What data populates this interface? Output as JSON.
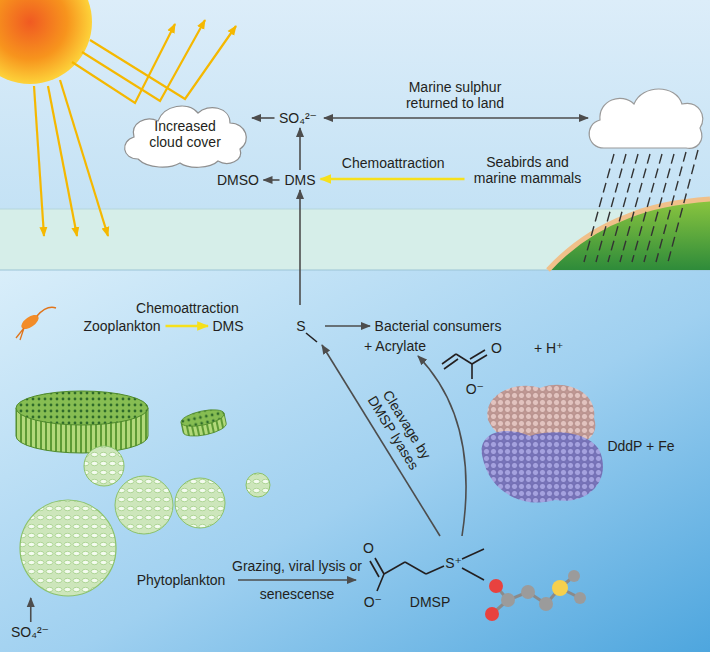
{
  "diagram": {
    "nodes": [
      {
        "text": [
          "Increased cloud cover"
        ]
      },
      {
        "text": [
          "SO₄²⁻"
        ]
      },
      {
        "text": [
          "DMSO"
        ]
      },
      {
        "text": [
          "DMS"
        ]
      },
      {
        "text": [
          "Seabirds and marine mammals"
        ]
      },
      {
        "text": [
          "Zooplankton"
        ]
      },
      {
        "text": [
          "DMS"
        ]
      },
      {
        "text": [
          "Bacterial consumers"
        ]
      },
      {
        "text": [
          "+ Acrylate"
        ]
      },
      {
        "text": [
          "Phytoplankton"
        ]
      },
      {
        "text": [
          "DMSP"
        ]
      },
      {
        "text": [
          "SO₄²⁻"
        ]
      }
    ],
    "edges": [
      {
        "from": 1,
        "to": 0,
        "arrow": "to"
      },
      {
        "from": 3,
        "to": 2,
        "arrow": "to"
      },
      {
        "from": 3,
        "to": 1,
        "arrow": "to"
      },
      {
        "from": 4,
        "to": 3,
        "label": "Chemoattraction",
        "arrow": "to"
      },
      {
        "from": 6,
        "to": 3,
        "arrow": "to"
      },
      {
        "from": 5,
        "to": 6,
        "label": "Chemoattraction",
        "arrow": "to"
      },
      {
        "from": 6,
        "to": 7,
        "arrow": "to"
      },
      {
        "from": 10,
        "to": 6,
        "label": "Cleavage by DMSP lyases",
        "arrow": "to"
      },
      {
        "from": 10,
        "to": 8,
        "arrow": "to"
      },
      {
        "from": 9,
        "to": 10,
        "label": "Grazing, viral lysis or senescense",
        "arrow": "to"
      },
      {
        "from": 11,
        "to": 9,
        "arrow": "to"
      }
    ],
    "labels": [
      "Marine sulphur returned to land",
      "S",
      "O",
      "+ H⁺",
      "O⁻",
      "DddP + Fe",
      "O",
      "S⁺",
      "O⁻"
    ]
  }
}
